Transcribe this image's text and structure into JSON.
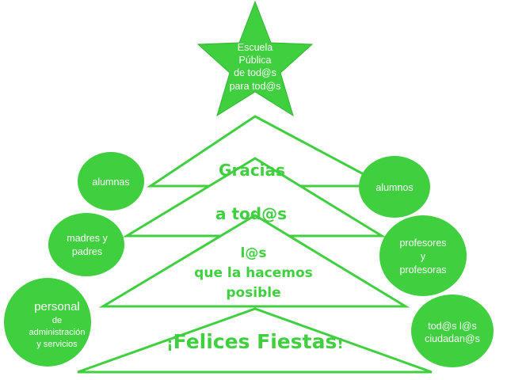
{
  "colors": {
    "green": "#3fcf3f",
    "green_dark": "#2fb82f",
    "white": "#ffffff"
  },
  "star": {
    "lines": [
      "Escuela",
      "Pública",
      "de tod@s",
      "para tod@s"
    ]
  },
  "bands": {
    "gracias": "Gracias",
    "a_todos": "a tod@s",
    "hacemos": [
      "l@s",
      "que la hacemos",
      "posible"
    ],
    "felices": "Felices Fiestas",
    "felices_open": "¡",
    "felices_close": "!"
  },
  "bubbles": {
    "alumnas": [
      "alumnas"
    ],
    "alumnos": [
      "alumnos"
    ],
    "madres": [
      "madres y",
      "padres"
    ],
    "profesores": [
      "profesores",
      "y",
      "profesoras"
    ],
    "personal": [
      "personal",
      "de",
      "administración",
      "y servicios"
    ],
    "ciudadanos": [
      "tod@s l@s",
      "ciudadan@s"
    ]
  }
}
